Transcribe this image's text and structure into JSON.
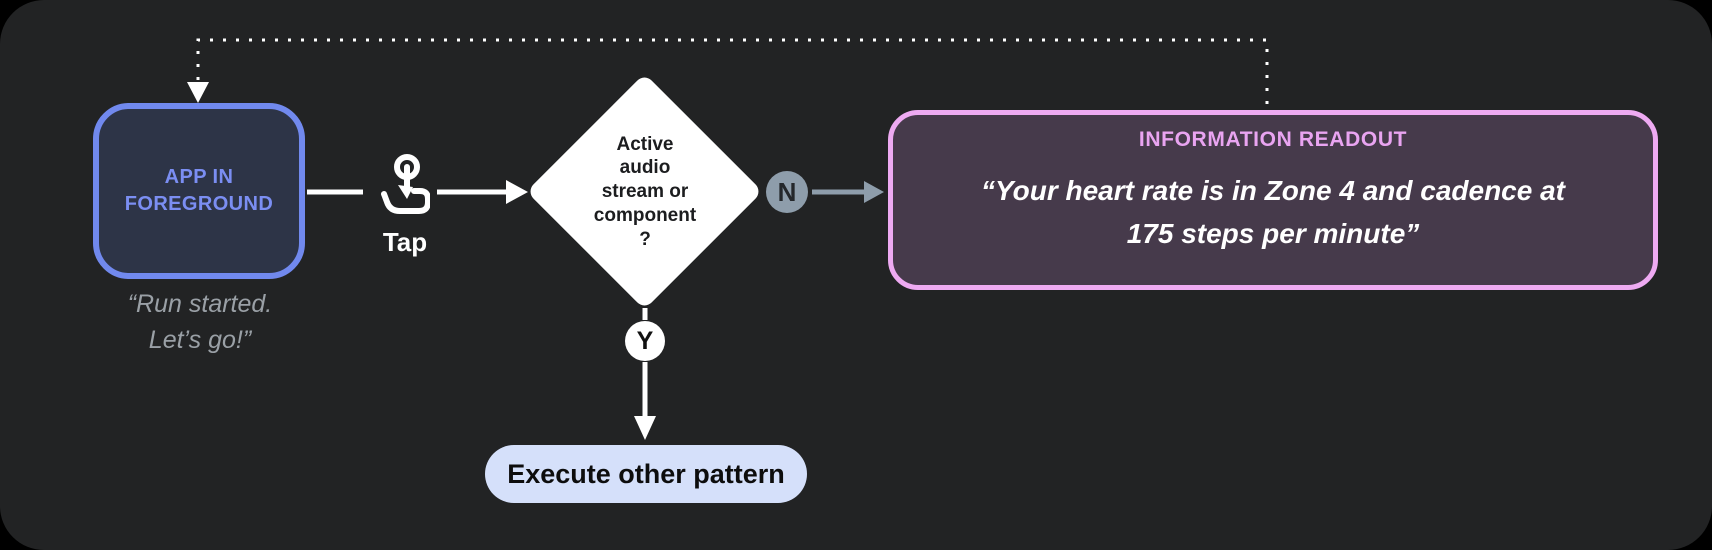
{
  "colors": {
    "canvas_bg": "#000000",
    "panel_bg": "#222324",
    "app_box_bg": "#2d3447",
    "app_box_border": "#7189ee",
    "app_box_text": "#7b8ef2",
    "quote_text": "#9aa0a6",
    "diamond_bg": "#ffffff",
    "diamond_text": "#1c1d1f",
    "n_badge": "#8e9dab",
    "n_text": "#24272b",
    "info_box_bg": "#463a4b",
    "info_box_border": "#eeaaf2",
    "info_title": "#e9a4f1",
    "info_text": "#ffffff",
    "pill_bg": "#d5e0fa",
    "pill_text": "#0d0d0d",
    "arrow": "#ffffff"
  },
  "nodes": {
    "app_box": {
      "label": "APP IN\nFOREGROUND",
      "quote": "“Run started.\nLet’s go!”"
    },
    "tap": {
      "label": "Tap",
      "icon": "tap-gesture-icon"
    },
    "decision": {
      "label": "Active\naudio\nstream or\ncomponent\n?"
    },
    "branch_no": {
      "label": "N"
    },
    "branch_yes": {
      "label": "Y"
    },
    "info_readout": {
      "title": "INFORMATION READOUT",
      "body": "“Your heart rate is in Zone 4 and cadence at\n175 steps per minute”"
    },
    "execute_pill": {
      "label": "Execute other pattern"
    }
  }
}
